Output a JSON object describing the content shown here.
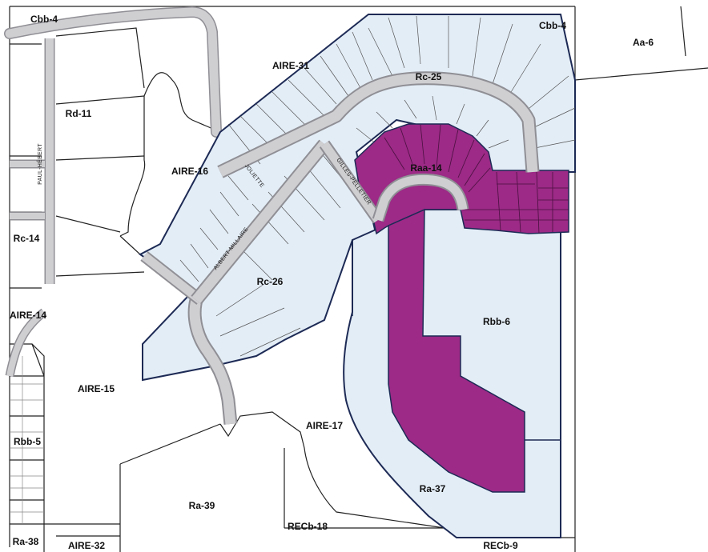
{
  "map": {
    "colors": {
      "background": "#ffffff",
      "study_zone_fill": "#e3edf6",
      "study_zone_border": "#1d2a55",
      "highlight_zone_fill": "#9c2a86",
      "road_fill": "#cfcfd2",
      "road_edge": "#8f8f95",
      "lot_line": "#6f6f6f",
      "zone_line": "#222222"
    },
    "zones": [
      {
        "id": "cbb4-nw",
        "label": "Cbb-4"
      },
      {
        "id": "cbb4-ne",
        "label": "Cbb-4"
      },
      {
        "id": "aa6",
        "label": "Aa-6"
      },
      {
        "id": "aire31",
        "label": "AIRE-31"
      },
      {
        "id": "rc25",
        "label": "Rc-25"
      },
      {
        "id": "rd11",
        "label": "Rd-11"
      },
      {
        "id": "aire16",
        "label": "AIRE-16"
      },
      {
        "id": "raa14",
        "label": "Raa-14"
      },
      {
        "id": "rc14",
        "label": "Rc-14"
      },
      {
        "id": "rc26",
        "label": "Rc-26"
      },
      {
        "id": "aire14",
        "label": "AIRE-14"
      },
      {
        "id": "rbb6",
        "label": "Rbb-6"
      },
      {
        "id": "aire15",
        "label": "AIRE-15"
      },
      {
        "id": "aire17",
        "label": "AIRE-17"
      },
      {
        "id": "rbb5",
        "label": "Rbb-5"
      },
      {
        "id": "ra37",
        "label": "Ra-37"
      },
      {
        "id": "ra39",
        "label": "Ra-39"
      },
      {
        "id": "recb18",
        "label": "RECb-18"
      },
      {
        "id": "ra38",
        "label": "Ra-38"
      },
      {
        "id": "aire32",
        "label": "AIRE-32"
      },
      {
        "id": "recb9",
        "label": "RECb-9"
      }
    ],
    "streets": [
      {
        "id": "paul-hebert",
        "label": "PAUL-HÉBERT"
      },
      {
        "id": "joliette",
        "label": "JOLIETTE"
      },
      {
        "id": "albert-millaire",
        "label": "ALBERT-MILLAIRE"
      },
      {
        "id": "gilles-pelletier",
        "label": "GILLES-PELLETIER"
      }
    ]
  }
}
